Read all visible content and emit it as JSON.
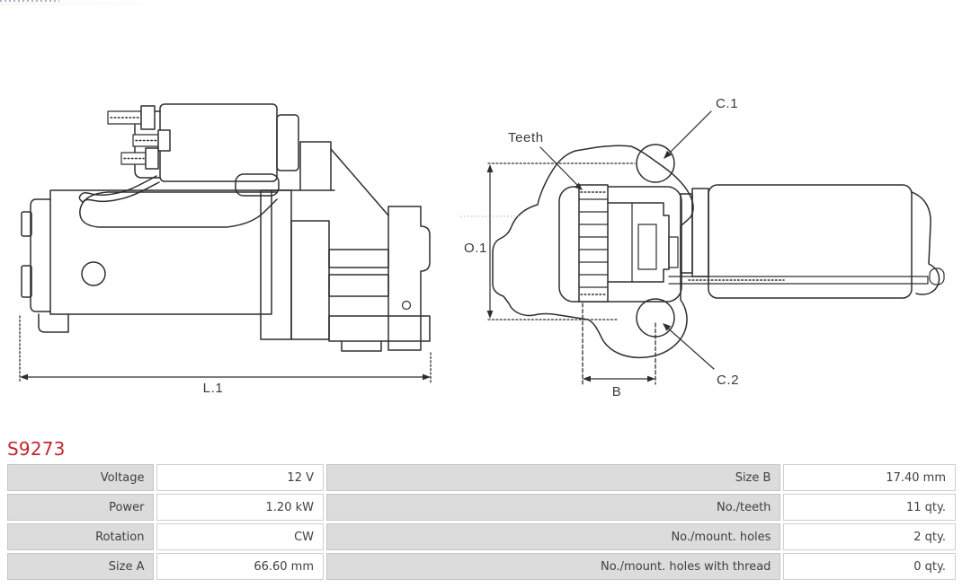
{
  "part_number": {
    "text": "S9273",
    "color": "#c1272d"
  },
  "diagram": {
    "line_color": "#2e2e2e",
    "labels": {
      "l1": "L.1",
      "o1": "O.1",
      "b": "B",
      "teeth": "Teeth",
      "c1": "C.1",
      "c2": "C.2"
    }
  },
  "spec_table": {
    "style": {
      "label_bg": "#dcdcdc",
      "value_bg": "#ffffff",
      "border": "#c9c9c9",
      "text": "#404040"
    },
    "rows": [
      {
        "l_label": "Voltage",
        "l_value": "12 V",
        "r_label": "Size B",
        "r_value": "17.40 mm"
      },
      {
        "l_label": "Power",
        "l_value": "1.20 kW",
        "r_label": "No./teeth",
        "r_value": "11 qty."
      },
      {
        "l_label": "Rotation",
        "l_value": "CW",
        "r_label": "No./mount. holes",
        "r_value": "2 qty."
      },
      {
        "l_label": "Size A",
        "l_value": "66.60 mm",
        "r_label": "No./mount. holes with thread",
        "r_value": "0 qty."
      }
    ]
  }
}
